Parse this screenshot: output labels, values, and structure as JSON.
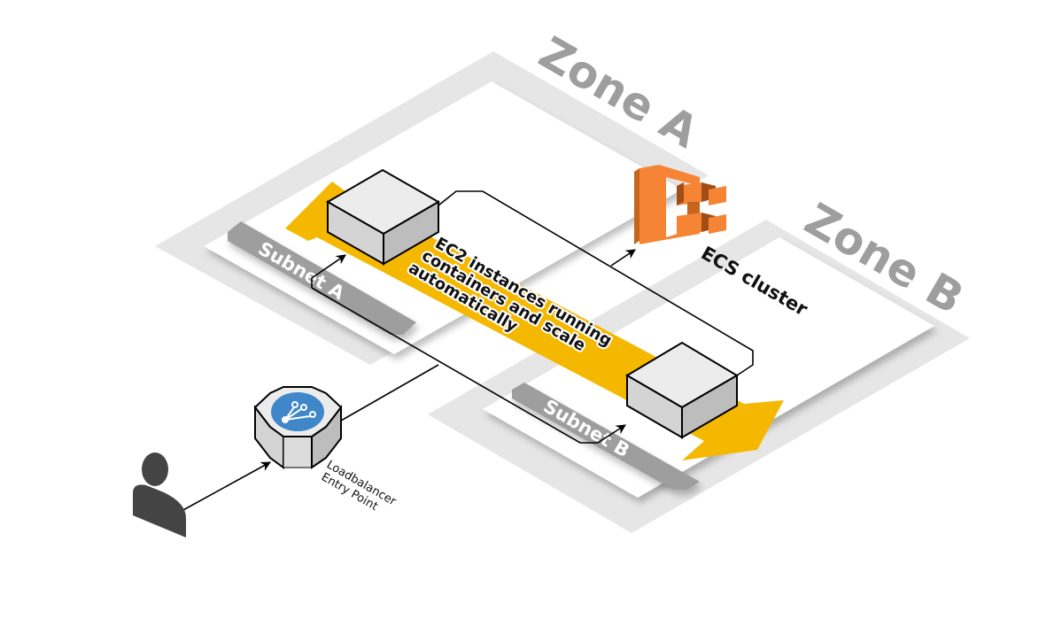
{
  "diagram": {
    "zones": [
      {
        "id": "zone-a",
        "label": "Zone A"
      },
      {
        "id": "zone-b",
        "label": "Zone B"
      }
    ],
    "subnets": [
      {
        "id": "subnet-a",
        "label": "Subnet A",
        "zone": "zone-a"
      },
      {
        "id": "subnet-b",
        "label": "Subnet B",
        "zone": "zone-b"
      }
    ],
    "autoscaling_band": {
      "lines": [
        "EC2 instances running",
        "containers and scale",
        "automatically"
      ],
      "color": "#f5b800"
    },
    "ecs_cluster": {
      "label": "ECS cluster",
      "icon": "ecs-icon",
      "color": "#f58534"
    },
    "load_balancer": {
      "lines": [
        "Loadbalancer",
        "Entry Point"
      ],
      "icon": "load-balancer-icon",
      "badge_color": "#3f87c9"
    },
    "user": {
      "icon": "user-icon",
      "color": "#444444"
    },
    "instances": [
      {
        "id": "ec2-instance-a",
        "subnet": "subnet-a"
      },
      {
        "id": "ec2-instance-b",
        "subnet": "subnet-b"
      }
    ],
    "connections": [
      {
        "from": "user",
        "to": "load_balancer"
      },
      {
        "from": "load_balancer",
        "to": "ec2-instance-a"
      },
      {
        "from": "load_balancer",
        "to": "ec2-instance-b"
      },
      {
        "from": "ec2-instances",
        "to": "ecs_cluster"
      }
    ]
  },
  "colors": {
    "zone_frame": "#e6e6e6",
    "subnet_bar": "#9e9e9e",
    "cube_top": "#ececec",
    "cube_left": "#d4d4d4",
    "cube_right": "#bdbdbd"
  }
}
